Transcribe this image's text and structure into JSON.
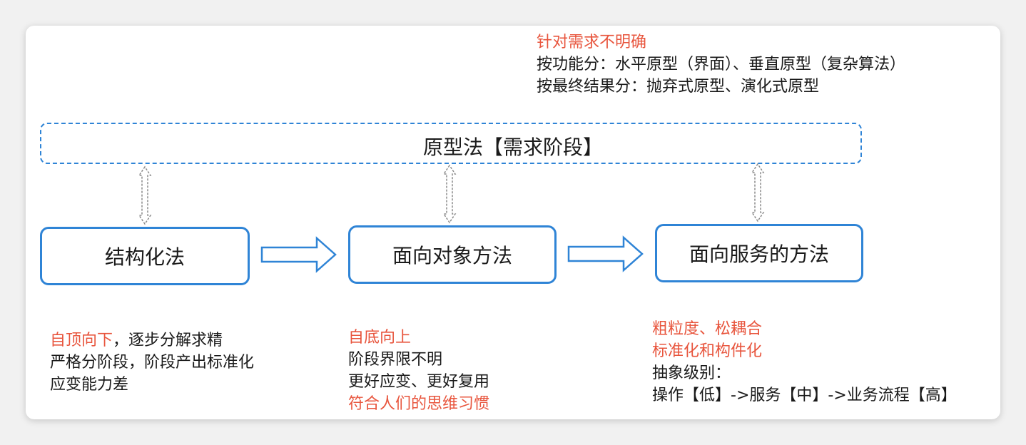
{
  "top_note": {
    "heading": "针对需求不明确",
    "line1": "按功能分：水平原型（界面）、垂直原型（复杂算法）",
    "line2": "按最终结果分：抛弃式原型、演化式原型"
  },
  "prototype_box": {
    "title": "原型法【需求阶段】"
  },
  "stages": [
    {
      "label": "结构化法"
    },
    {
      "label": "面向对象方法"
    },
    {
      "label": "面向服务的方法"
    }
  ],
  "notes": [
    {
      "line1": {
        "highlight": "自顶向下",
        "rest": "，逐步分解求精"
      },
      "line2": "严格分阶段，阶段产出标准化",
      "line3": "应变能力差"
    },
    {
      "line1": "自底向上",
      "line2": "阶段界限不明",
      "line3": "更好应变、更好复用",
      "line4": "符合人们的思维习惯"
    },
    {
      "line1": "粗粒度、松耦合",
      "line2": "标准化和构件化",
      "line3": "抽象级别：",
      "line4": "操作【低】->服务【中】->业务流程【高】"
    }
  ],
  "colors": {
    "accent_blue": "#2f84d6",
    "highlight_red": "#e8553d",
    "arrow_gray": "#8a8a8a"
  }
}
